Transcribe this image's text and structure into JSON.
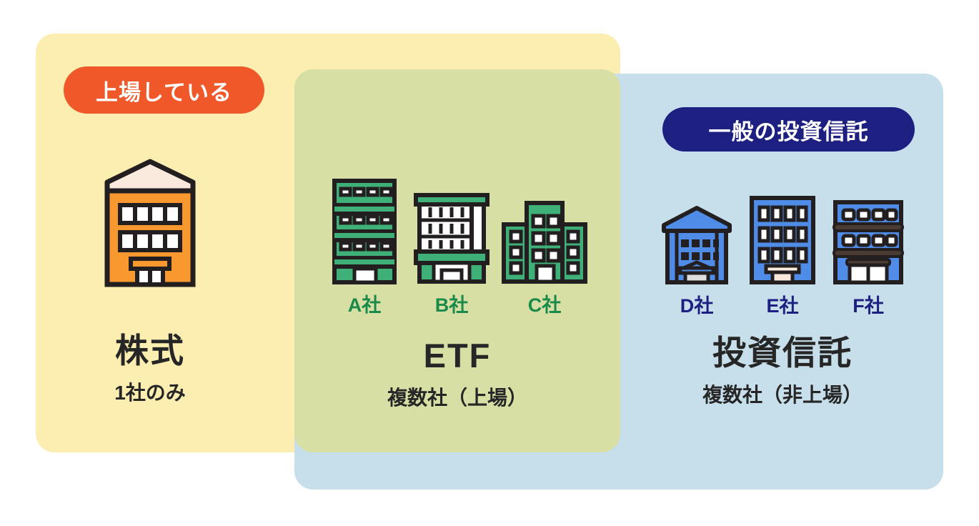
{
  "diagram": {
    "title_semantic": "stock-etf-investment-trust-comparison",
    "colors": {
      "panel_stock_bg": "#fbeeb0",
      "panel_etf_bg": "#d7dfa5",
      "panel_trust_bg": "#c7dfeb",
      "badge_listed_bg": "#f0582a",
      "badge_trust_bg": "#1d2080",
      "stock_building": "#f9982f",
      "stock_roof": "#faeade",
      "etf_building": "#3fb077",
      "trust_building": "#4f8ce8",
      "outline": "#231f20",
      "caption_green": "#1a8a4b",
      "caption_blue": "#1d2080",
      "title_text": "#262626"
    }
  },
  "panels": {
    "stock": {
      "badge": "上場している",
      "title": "株式",
      "subtitle": "1社のみ",
      "companies": []
    },
    "etf": {
      "badge": "",
      "title": "ETF",
      "subtitle": "複数社（上場）",
      "companies": [
        {
          "label": "A社"
        },
        {
          "label": "B社"
        },
        {
          "label": "C社"
        }
      ]
    },
    "trust": {
      "badge": "一般の投資信託",
      "title": "投資信託",
      "subtitle": "複数社（非上場）",
      "companies": [
        {
          "label": "D社"
        },
        {
          "label": "E社"
        },
        {
          "label": "F社"
        }
      ]
    }
  }
}
